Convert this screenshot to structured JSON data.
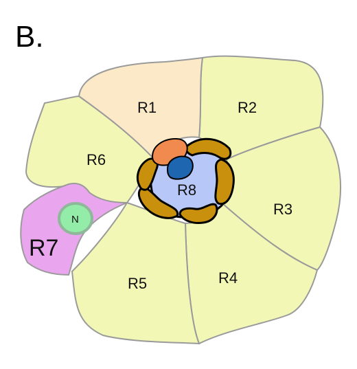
{
  "panel_label": "B.",
  "cells": {
    "r1": "R1",
    "r2": "R2",
    "r3": "R3",
    "r4": "R4",
    "r5": "R5",
    "r6": "R6",
    "r7": "R7",
    "r8": "R8"
  },
  "nucleus_label": "N",
  "colors": {
    "outer_cell": "#f3f7b6",
    "r1_cell": "#fbe9c8",
    "r7_cell": "#e9a6ee",
    "r8_cell": "#b7c7f7",
    "nucleus": "#93eca7",
    "nucleus_rim": "#8fb79a",
    "rhabdomere": "#c8900c",
    "orange_rhabdomere": "#f08a4e",
    "blue_rhabdomere": "#1f66b1",
    "outline": "#9a9a9a"
  }
}
